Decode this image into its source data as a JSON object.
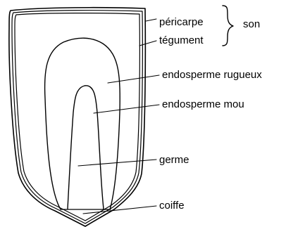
{
  "labels": {
    "pericarpe": "péricarpe",
    "tegument": "tégument",
    "son": "son",
    "endosperme_rugueux": "endosperme rugueux",
    "endosperme_mou": "endosperme mou",
    "germe": "germe",
    "coiffe": "coiffe"
  },
  "colors": {
    "ink": "#000000",
    "background": "#ffffff"
  }
}
